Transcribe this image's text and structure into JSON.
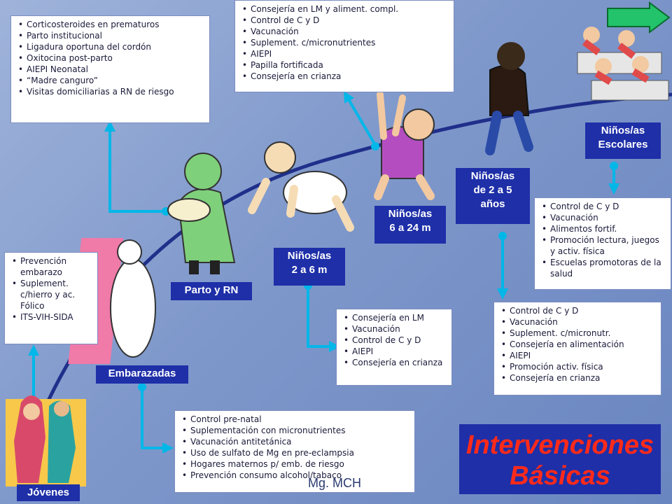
{
  "title": {
    "line1": "Intervenciones",
    "line2": "Básicas"
  },
  "footer": "Mg. MCH",
  "labels": {
    "jovenes": "Jóvenes",
    "embarazadas": "Embarazadas",
    "parto": "Parto y RN",
    "n2a6": [
      "Niños/as",
      "2 a 6 m"
    ],
    "n6a24": [
      "Niños/as",
      "6 a 24 m"
    ],
    "n2a5": [
      "Niños/as",
      "de 2 a 5",
      "años"
    ],
    "escolares": [
      "Niños/as",
      "Escolares"
    ]
  },
  "boxes": {
    "parto": [
      "Corticosteroides en prematuros",
      "Parto institucional",
      "Ligadura oportuna del cordón",
      "Oxitocina post-parto",
      "AIEPI Neonatal",
      "“Madre canguro”",
      "Visitas domiciliarias a RN de riesgo"
    ],
    "n6a24": [
      "Consejería en LM y aliment. compl.",
      "Control de C y D",
      "Vacunación",
      "Suplement. c/micronutrientes",
      "AIEPI",
      "Papilla fortificada",
      "Consejería en crianza"
    ],
    "jovenes": [
      "Prevención embarazo",
      "Suplement. c/hierro y ac. Fólico",
      "ITS-VIH-SIDA"
    ],
    "n2a6": [
      "Consejería en LM",
      "Vacunación",
      "Control de C y D",
      "AIEPI",
      "Consejería en crianza"
    ],
    "escolares": [
      "Control de C y D",
      "Vacunación",
      "Alimentos fortif.",
      "Promoción lectura, juegos y activ. física",
      "Escuelas promotoras de la salud"
    ],
    "n2a5": [
      "Control de C y D",
      "Vacunación",
      "Suplement. c/micronutr.",
      "Consejería en alimentación",
      "AIEPI",
      "Promoción activ. física",
      "Consejería en crianza"
    ],
    "embarazadas": [
      "Control pre-natal",
      "Suplementación con micronutrientes",
      "Vacunación antitetánica",
      "Uso de sulfato de Mg en pre-eclampsia",
      "Hogares maternos p/ emb. de riesgo",
      "Prevención consumo alcohol/tabaco"
    ]
  },
  "colors": {
    "label_bg": "#1e2fa8",
    "title_text": "#ff2a1a",
    "connector": "#00b7e8",
    "curve": "#1f2f8a",
    "nav_arrow": "#22c36a"
  },
  "icons": {
    "nav": "right-arrow-icon"
  }
}
